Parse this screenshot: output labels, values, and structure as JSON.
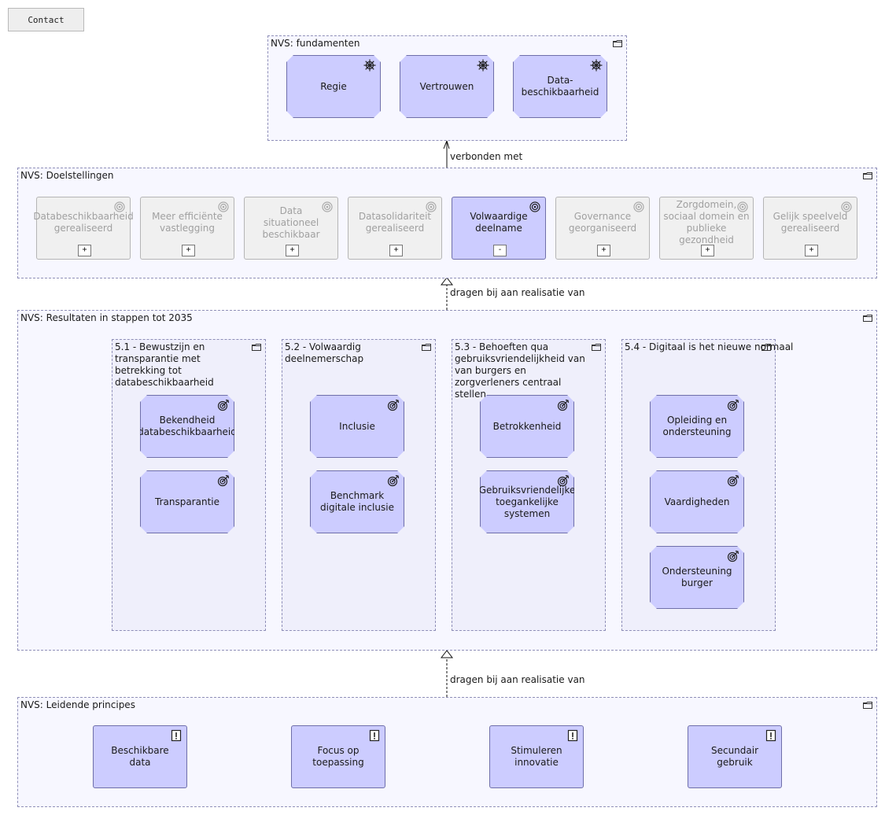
{
  "contact_button": "Contact",
  "groups": {
    "fundamenten": {
      "title": "NVS: fundamenten",
      "items": [
        "Regie",
        "Vertrouwen",
        "Data-beschikbaarheid"
      ]
    },
    "doelstellingen": {
      "title": "NVS: Doelstellingen",
      "items": [
        {
          "label": "Databeschikbaarheid gerealiseerd",
          "toggle": "+"
        },
        {
          "label": "Meer efficiënte vastlegging",
          "toggle": "+"
        },
        {
          "label": "Data situationeel beschikbaar",
          "toggle": "+"
        },
        {
          "label": "Datasolidariteit gerealiseerd",
          "toggle": "+"
        },
        {
          "label": "Volwaardige deelname",
          "toggle": "-"
        },
        {
          "label": "Governance georganiseerd",
          "toggle": "+"
        },
        {
          "label": "Zorgdomein, sociaal domein en publieke gezondheid",
          "toggle": "+"
        },
        {
          "label": "Gelijk speelveld gerealiseerd",
          "toggle": "+"
        }
      ]
    },
    "resultaten": {
      "title": "NVS: Resultaten in stappen tot 2035",
      "subgroups": [
        {
          "title": "5.1 - Bewustzijn en transparantie met betrekking tot databeschikbaarheid",
          "items": [
            "Bekendheid databeschikbaarheid",
            "Transparantie"
          ]
        },
        {
          "title": "5.2 - Volwaardig deelnemerschap",
          "items": [
            "Inclusie",
            "Benchmark digitale inclusie"
          ]
        },
        {
          "title": "5.3 - Behoeften qua gebruiksvriendelijkheid van van burgers en zorgverleners centraal stellen.",
          "items": [
            "Betrokkenheid",
            "Gebruiksvriendelijke toegankelijke systemen"
          ]
        },
        {
          "title": "5.4 - Digitaal is het nieuwe normaal",
          "items": [
            "Opleiding en ondersteuning",
            "Vaardigheden",
            "Ondersteuning burger"
          ]
        }
      ]
    },
    "principes": {
      "title": "NVS: Leidende principes",
      "items": [
        "Beschikbare data",
        "Focus op toepassing",
        "Stimuleren innovatie",
        "Secundair gebruik"
      ]
    }
  },
  "relations": {
    "verbonden": "verbonden met",
    "dragen1": "dragen bij aan realisatie van",
    "dragen2": "dragen bij aan realisatie van"
  },
  "colors": {
    "element_fill": "#ccccff",
    "element_border": "#6f6faa",
    "dimmed_fill": "#f0f0f0",
    "dimmed_text": "#a0a0a0",
    "group_border": "#8f8fb8"
  },
  "icons": {
    "driver": "driver-icon",
    "goal": "goal-icon",
    "outcome": "outcome-icon",
    "principle": "principle-icon",
    "group": "folder-icon"
  }
}
